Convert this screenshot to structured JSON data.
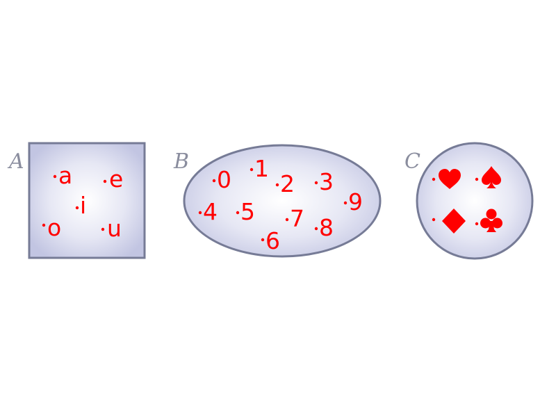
{
  "sets": [
    {
      "label": "A",
      "shape": "square",
      "elements": [
        "a",
        "e",
        "i",
        "o",
        "u"
      ]
    },
    {
      "label": "B",
      "shape": "ellipse",
      "elements": [
        "0",
        "1",
        "2",
        "3",
        "4",
        "5",
        "6",
        "7",
        "8",
        "9"
      ]
    },
    {
      "label": "C",
      "shape": "circle",
      "elements": [
        "heart-icon",
        "spade-icon",
        "diamond-icon",
        "club-icon"
      ]
    }
  ],
  "colors": {
    "element": "#ff0000",
    "shape_fill_center": "#ffffff",
    "shape_fill_edge": "#c5c8e4",
    "shape_stroke": "#767b96",
    "label": "#8a8d9e"
  }
}
